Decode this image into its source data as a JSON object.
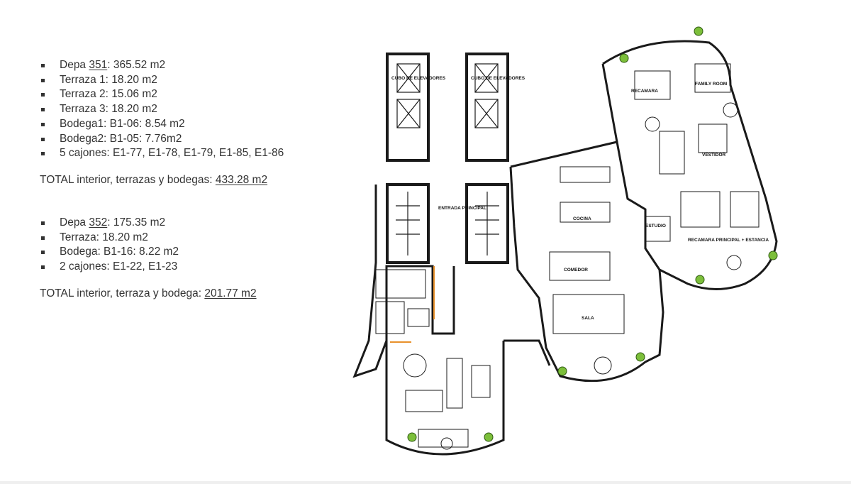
{
  "units": [
    {
      "id": "351",
      "items": [
        {
          "prefix": "Depa ",
          "underlined": "351",
          "suffix": ": 365.52 m2"
        },
        {
          "text": "Terraza 1: 18.20 m2"
        },
        {
          "text": "Terraza 2: 15.06 m2"
        },
        {
          "text": "Terraza 3: 18.20 m2"
        },
        {
          "text": "Bodega1: B1-06: 8.54 m2"
        },
        {
          "text": "Bodega2: B1-05: 7.76m2"
        },
        {
          "text": "5 cajones: E1-77, E1-78, E1-79, E1-85, E1-86"
        }
      ],
      "total_label": "TOTAL interior, terrazas y bodegas: ",
      "total_value": "433.28 m2"
    },
    {
      "id": "352",
      "items": [
        {
          "prefix": "Depa ",
          "underlined": "352",
          "suffix": ": 175.35 m2"
        },
        {
          "text": "Terraza: 18.20 m2"
        },
        {
          "text": "Bodega: B1-16: 8.22 m2"
        },
        {
          "text": "2 cajones: E1-22, E1-23"
        }
      ],
      "total_label": "TOTAL interior, terraza y bodega: ",
      "total_value": "201.77 m2"
    }
  ],
  "plan": {
    "labels": {
      "elevator_shaft": "CUBO DE ELEVADORES",
      "main_entrance": "ENTRADA PRINCIPAL",
      "dining": "COMEDOR",
      "living": "SALA",
      "study": "ESTUDIO",
      "bedroom": "RECAMARA",
      "master_bedroom": "RECAMARA PRINCIPAL + ESTANCIA",
      "dressing": "VESTIDOR",
      "kitchen": "COCINA",
      "tv_room": "FAMILY ROOM"
    },
    "colors": {
      "wall": "#1a1a1a",
      "plant": "#7cbf3a",
      "door_accent": "#e8912c"
    }
  }
}
